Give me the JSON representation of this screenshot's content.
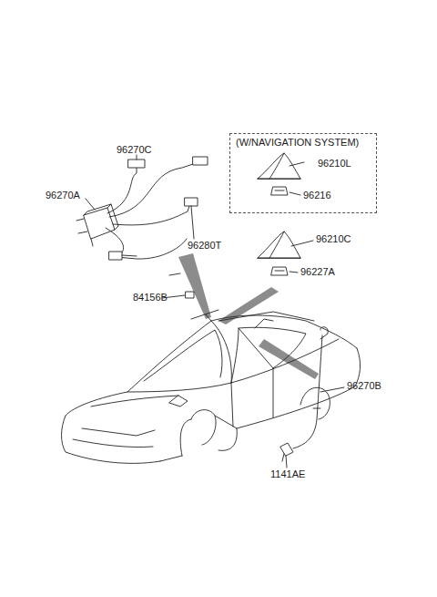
{
  "diagram": {
    "nodes": [
      {
        "text": [
          "(W/NAVIGATION SYSTEM)",
          "96210L",
          "96216"
        ]
      }
    ],
    "labels": [
      "96270C",
      "96270A",
      "96280T",
      "96210C",
      "96227A",
      "84156B",
      "96270B",
      "1141AE"
    ]
  }
}
